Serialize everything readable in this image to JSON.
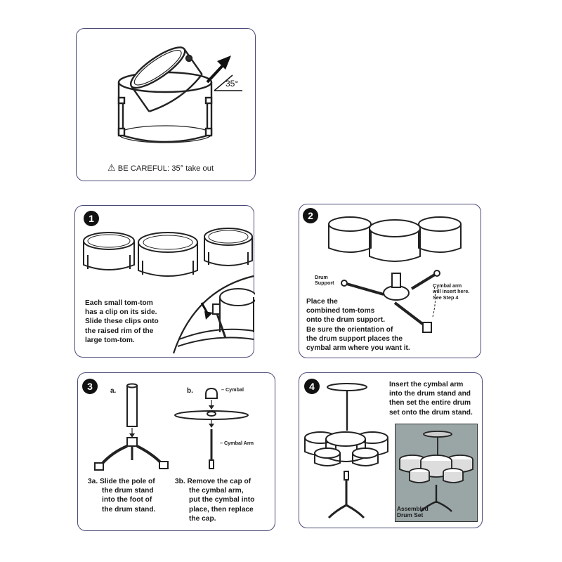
{
  "caution_panel": {
    "warning_label": "BE CAREFUL:",
    "warning_detail": "35° take out",
    "angle_label": "35°"
  },
  "step1": {
    "number": "1",
    "text_lines": [
      "Each small tom-tom",
      "has a clip on its side.",
      "Slide these clips onto",
      "the raised rim of the",
      "large tom-tom."
    ]
  },
  "step2": {
    "number": "2",
    "drum_support_label": [
      "Drum",
      "Support"
    ],
    "cymbal_arm_note": [
      "Cymbal arm",
      "will insert here.",
      "See Step 4"
    ],
    "text_lines": [
      "Place the",
      "combined tom-toms",
      "onto the drum support.",
      "Be sure the orientation of",
      "the drum support places the",
      "cymbal arm where you want it."
    ]
  },
  "step3": {
    "number": "3",
    "sub_a_label": "a.",
    "sub_b_label": "b.",
    "cymbal_label": "– Cymbal",
    "cymbal_arm_label": "– Cymbal Arm",
    "text_a_lines": [
      "3a. Slide the pole of",
      "the drum stand",
      "into the foot of",
      "the drum stand."
    ],
    "text_b_lines": [
      "3b. Remove the cap of",
      "the cymbal arm,",
      "put the cymbal into",
      "place, then replace",
      "the cap."
    ]
  },
  "step4": {
    "number": "4",
    "text_lines": [
      "Insert the cymbal arm",
      "into the drum stand and",
      "then set the entire drum",
      "set onto the drum stand."
    ],
    "inset_caption": [
      "Assembled",
      "Drum Set"
    ]
  }
}
